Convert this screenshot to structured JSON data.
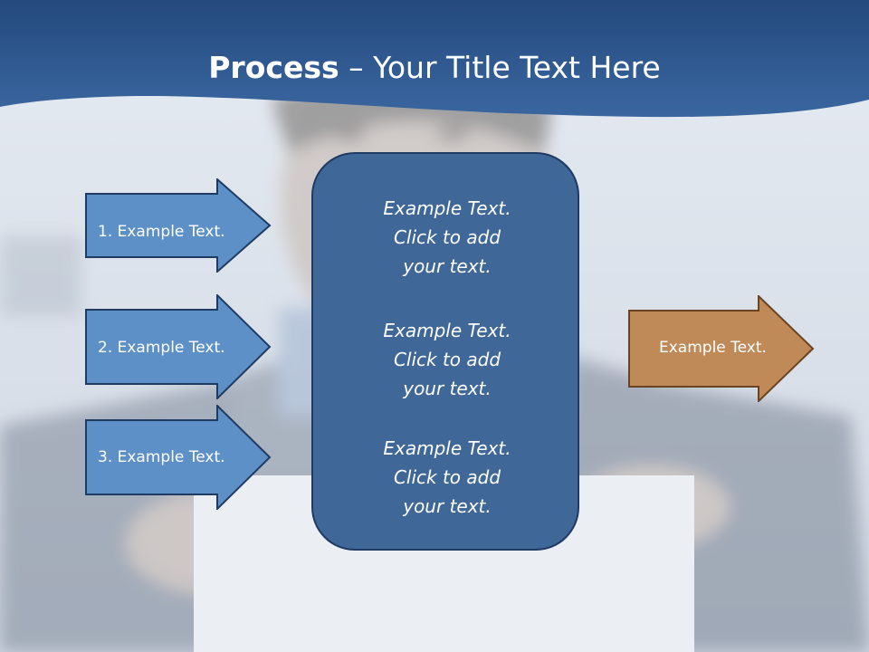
{
  "title": {
    "strong": "Process",
    "rest": " – Your Title Text Here"
  },
  "inputs": [
    {
      "label": "1. Example Text."
    },
    {
      "label": "2. Example Text."
    },
    {
      "label": "3. Example Text."
    }
  ],
  "center_blocks": [
    {
      "line1": "Example Text.",
      "line2": "Click  to add",
      "line3": "your text."
    },
    {
      "line1": "Example Text.",
      "line2": "Click  to add",
      "line3": "your text."
    },
    {
      "line1": "Example Text.",
      "line2": "Click  to add",
      "line3": "your text."
    }
  ],
  "output": {
    "label": "Example Text."
  },
  "colors": {
    "header": "#2b5288",
    "input_arrow_fill": "#5e90c8",
    "input_arrow_stroke": "#1f3a63",
    "center_fill": "#3f6797",
    "output_fill": "#c08a58",
    "output_stroke": "#6b4320"
  }
}
